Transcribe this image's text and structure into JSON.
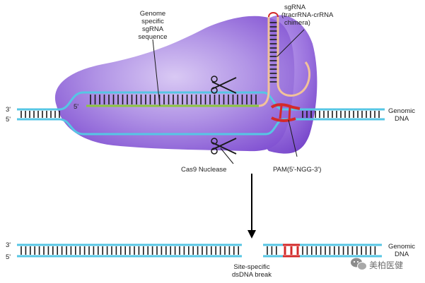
{
  "labels": {
    "genome_sgrna": [
      "Genome",
      "specific",
      "sgRNA",
      "sequence"
    ],
    "sgrna": [
      "sgRNA",
      "(tracrRNA-crRNA",
      "chimera)"
    ],
    "three_prime_top": "3'",
    "five_prime_top": "5'",
    "five_prime_inner": "5'",
    "genomic_dna_top": [
      "Genomic",
      "DNA"
    ],
    "cas9": "Cas9 Nuclease",
    "pam": "PAM(5'-NGG-3')",
    "three_prime_bottom": "3'",
    "five_prime_bottom": "5'",
    "genomic_dna_bottom": [
      "Genomic",
      "DNA"
    ],
    "break": [
      "Site-specific",
      "dsDNA break"
    ]
  },
  "watermark": {
    "text": "美柏医健",
    "icon": "wechat-icon"
  },
  "colors": {
    "protein_light": "#c9b3ee",
    "protein_dark": "#7c4ad0",
    "dna_strand": "#56c6e4",
    "base_pair": "#1a1a1a",
    "sgrna_guide": "#8cc63f",
    "scaffold": "#f2c29a",
    "pam_red": "#d32a2a",
    "arrow": "#000000"
  }
}
